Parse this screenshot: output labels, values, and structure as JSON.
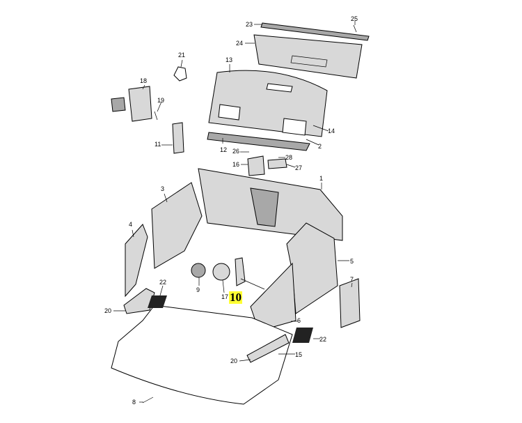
{
  "diagram": {
    "title": "Luggage compartment trim parts",
    "callouts": [
      "23",
      "25",
      "24",
      "21",
      "13",
      "18",
      "19",
      "14",
      "2",
      "11",
      "12",
      "26",
      "28",
      "16",
      "27",
      "1",
      "3",
      "4",
      "5",
      "7",
      "9",
      "17",
      "22",
      "20",
      "6",
      "22",
      "15",
      "20",
      "8"
    ],
    "highlighted_callout": "10",
    "highlight_color": "#ffff33"
  }
}
